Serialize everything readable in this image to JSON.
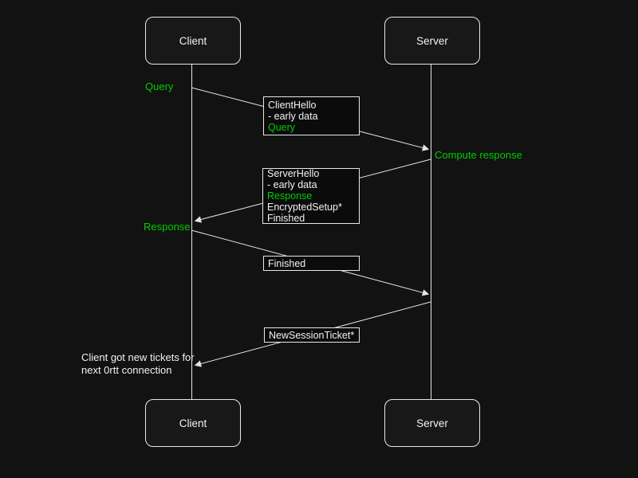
{
  "diagram_type": "sequence-diagram",
  "palette": {
    "background": "#121212",
    "actor_fill": "#181818",
    "message_box_fill": "#0b0b0b",
    "border": "#e8e8e8",
    "arrow_line": "#e6e6e6",
    "text": "#f2f2f2",
    "green": "#00cc00"
  },
  "actors": {
    "client": "Client",
    "server": "Server"
  },
  "labels": {
    "query": "Query",
    "compute_response": "Compute response",
    "response": "Response",
    "note_line1": "Client got new tickets for",
    "note_line2": "next 0rtt connection"
  },
  "message_boxes": {
    "client_hello": {
      "lines": [
        {
          "text": "ClientHello",
          "color": "white"
        },
        {
          "text": "- early data",
          "color": "white"
        },
        {
          "text": "Query",
          "color": "green"
        }
      ]
    },
    "server_hello": {
      "lines": [
        {
          "text": "ServerHello",
          "color": "white"
        },
        {
          "text": "- early data",
          "color": "white"
        },
        {
          "text": "Response",
          "color": "green"
        },
        {
          "text": "EncryptedSetup*",
          "color": "white"
        },
        {
          "text": "Finished",
          "color": "white"
        }
      ]
    },
    "finished": {
      "lines": [
        {
          "text": "Finished",
          "color": "white"
        }
      ]
    },
    "new_session_ticket": {
      "lines": [
        {
          "text": "NewSessionTicket*",
          "color": "white"
        }
      ]
    }
  },
  "messages": [
    {
      "from": "client",
      "to": "server",
      "label": "ClientHello / - early data / Query"
    },
    {
      "from": "server",
      "to": "client",
      "label": "ServerHello / - early data / Response / EncryptedSetup* / Finished"
    },
    {
      "from": "client",
      "to": "server",
      "label": "Finished"
    },
    {
      "from": "server",
      "to": "client",
      "label": "NewSessionTicket*"
    }
  ]
}
